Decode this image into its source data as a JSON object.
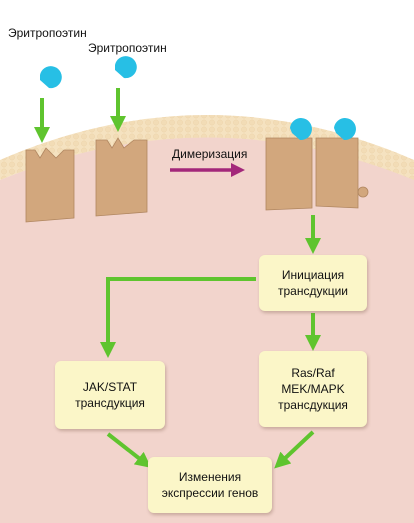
{
  "ligand_label_left": "Эритропоэтин",
  "ligand_label_right": "Эритропоэтин",
  "dimerization_label": "Димеризация",
  "boxes": {
    "initiation": [
      "Инициация",
      "трансдукции"
    ],
    "jak_stat": [
      "JAK/STAT",
      "трансдукция"
    ],
    "ras_raf": [
      "Ras/Raf",
      "MEK/MAPK",
      "трансдукция"
    ],
    "gene_expression": [
      "Изменения",
      "экспрессии генов"
    ]
  },
  "colors": {
    "cytoplasm": "#f2d4cc",
    "membrane": "#f5e2c0",
    "receptor": "#d2a77d",
    "ligand": "#27bfe5",
    "arrow_green": "#5fc42e",
    "arrow_purple": "#a3287a",
    "box": "#fbf6c8"
  }
}
